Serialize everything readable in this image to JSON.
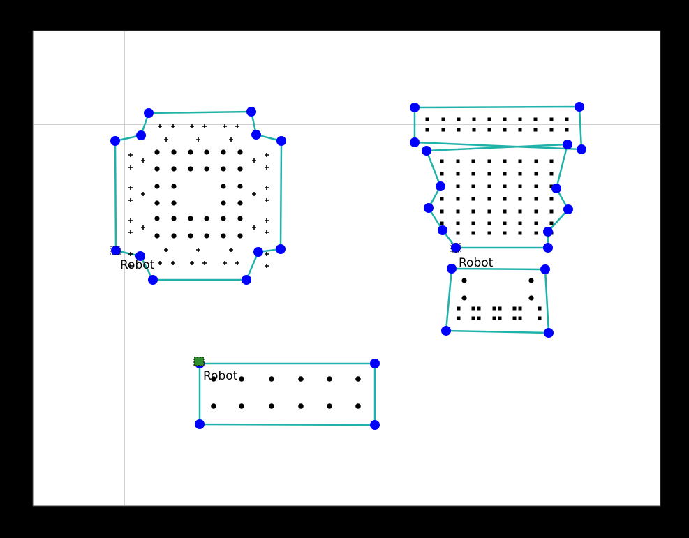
{
  "colors": {
    "background": "#000000",
    "canvas": "#ffffff",
    "canvas_border": "#444444",
    "grid_line": "#a0a0a0",
    "polygon_edge": "#20b2aa",
    "vertex": "#0000ff",
    "point": "#000000",
    "robot_marker_fill": "#2e8b2e",
    "label": "#000000"
  },
  "grid": {
    "visible": true
  },
  "robots": [
    {
      "label": "Robot"
    },
    {
      "label": "Robot"
    },
    {
      "label": "Robot"
    }
  ]
}
